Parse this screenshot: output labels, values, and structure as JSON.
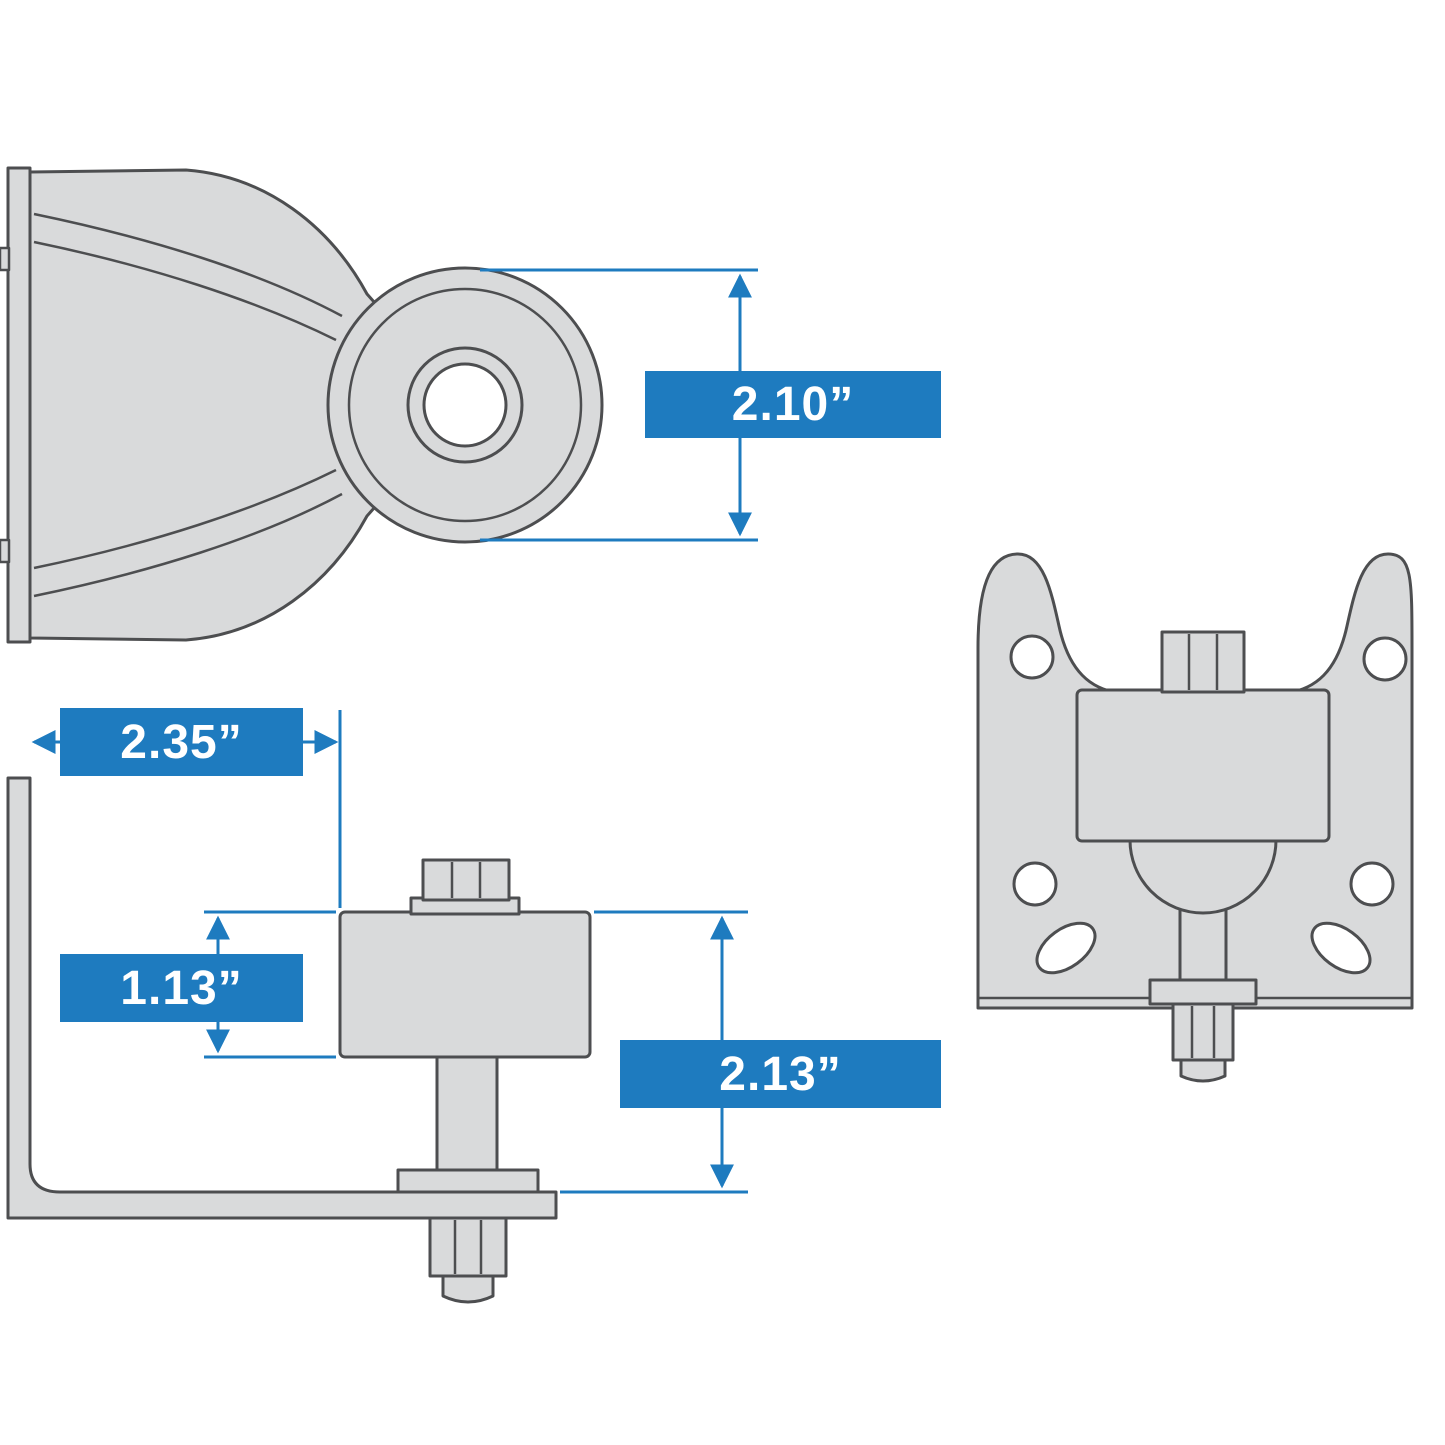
{
  "page": {
    "background": "#ffffff"
  },
  "colors": {
    "accent_blue": "#1e7bbf",
    "part_fill": "#d9dadb",
    "part_outline": "#4d4e50",
    "label_text_color": "#ffffff"
  },
  "dimensions": {
    "ring_diameter": {
      "label": "2.10”"
    },
    "bracket_offset": {
      "label": "2.35”"
    },
    "bushing_height": {
      "label": "1.13”"
    },
    "pivot_length": {
      "label": "2.13”"
    }
  }
}
